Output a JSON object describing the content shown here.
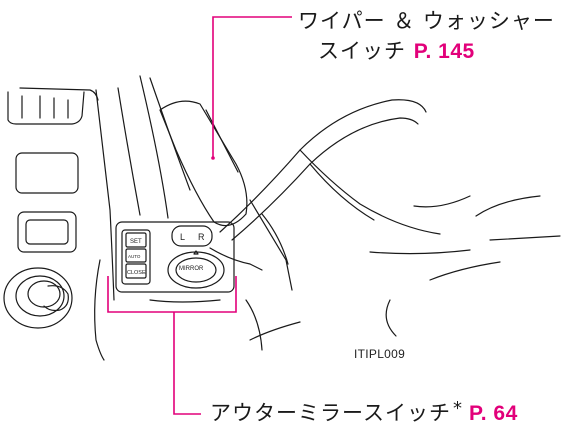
{
  "callouts": {
    "wiper": {
      "line1": "ワイパー ＆ ウォッシャー",
      "line2": "スイッチ",
      "ref": "P. 145"
    },
    "mirror": {
      "label": "アウターミラースイッチ",
      "mark": "*",
      "ref": "P. 64"
    }
  },
  "figure_id": "ITIPL009",
  "switch_labels": {
    "set": "SET",
    "auto": "AUTO",
    "close": "CLOSE",
    "left": "L",
    "right": "R",
    "mirror": "MIRROR"
  },
  "colors": {
    "leader_line": "#e2007a",
    "reference": "#e2007a",
    "drawing": "#1a1a1a"
  }
}
